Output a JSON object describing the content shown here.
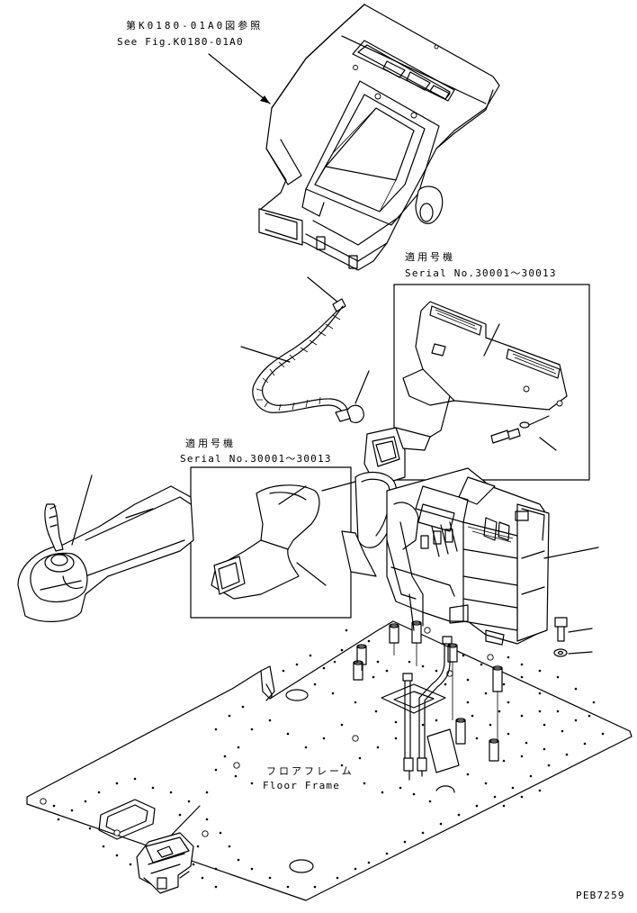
{
  "figure": {
    "reference_jp": "第K0180-01A0図参照",
    "reference_en": "See Fig.K0180-01A0",
    "applicable_serial_1_jp": "適用号機",
    "applicable_serial_1_en": "Serial No.30001～30013",
    "applicable_serial_2_jp": "適用号機",
    "applicable_serial_2_en": "Serial No.30001～30013",
    "floor_frame_jp": "フロアフレーム",
    "floor_frame_en": "Floor Frame",
    "drawing_code": "PEB7259"
  },
  "colors": {
    "line": "#000000",
    "background": "#ffffff"
  }
}
